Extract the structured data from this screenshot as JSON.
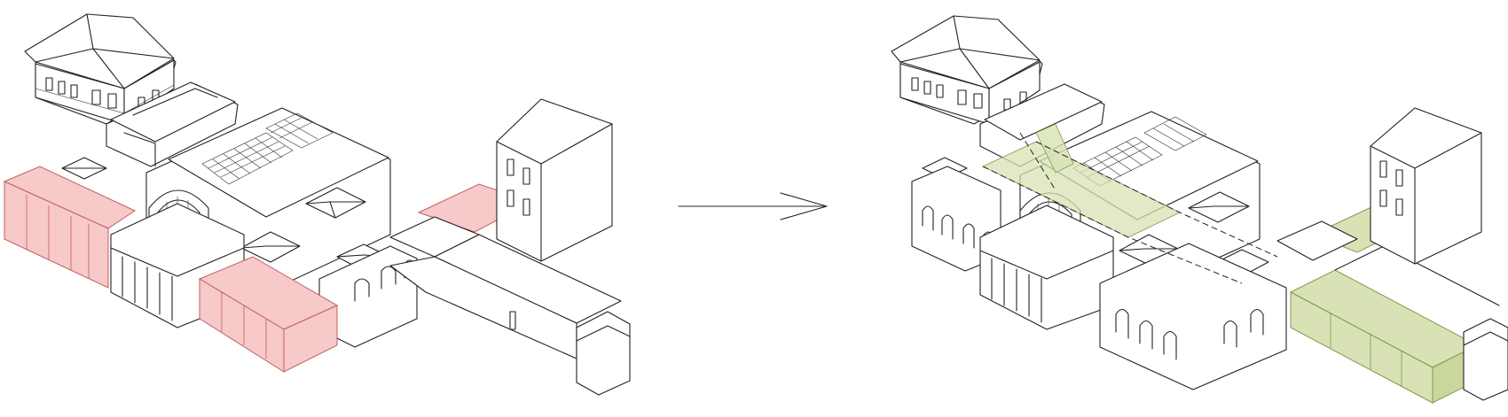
{
  "colors": {
    "line": "#222222",
    "background": "#ffffff",
    "demolished_highlight": "#f7c9c9",
    "demolished_stroke": "#c06060",
    "new_highlight": "#d8e2b4",
    "new_stroke": "#7f9a4a"
  },
  "diagram": {
    "panels": [
      "existing-building",
      "proposed-building"
    ],
    "connector": "transformation-arrow"
  }
}
